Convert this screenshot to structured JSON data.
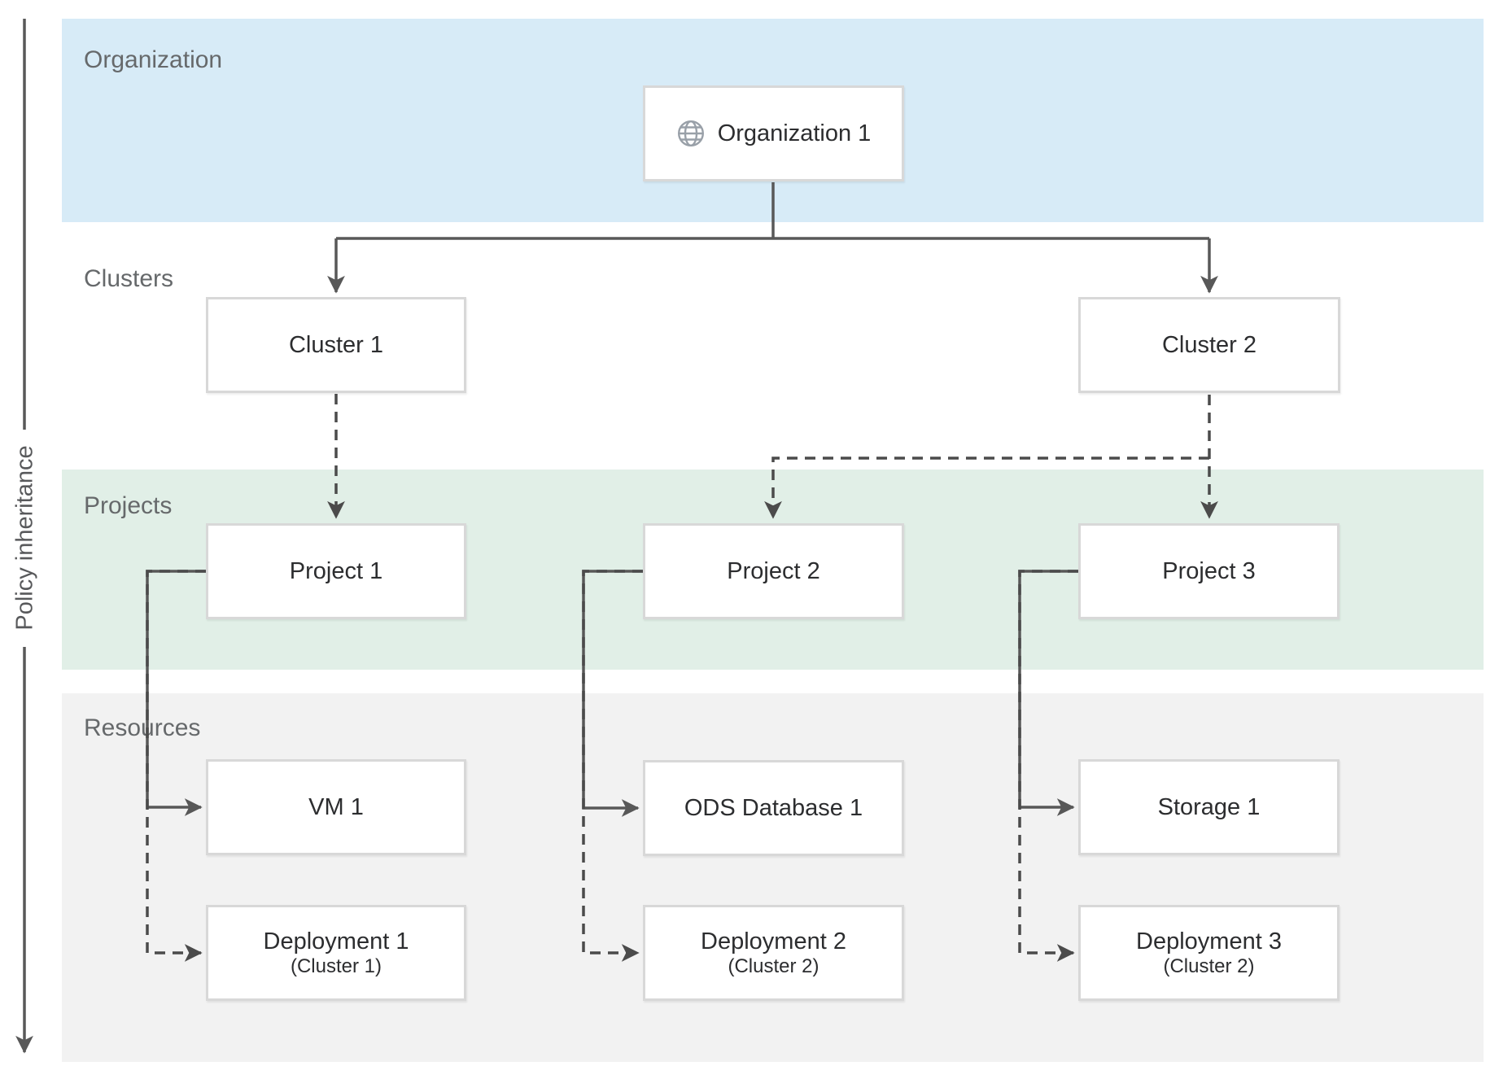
{
  "diagram": {
    "policy_axis_label": "Policy inheritance",
    "bands": {
      "organization": {
        "label": "Organization"
      },
      "clusters": {
        "label": "Clusters"
      },
      "projects": {
        "label": "Projects"
      },
      "resources": {
        "label": "Resources"
      }
    },
    "nodes": {
      "organization_1": {
        "label": "Organization 1",
        "icon": "globe-icon"
      },
      "cluster_1": {
        "label": "Cluster 1"
      },
      "cluster_2": {
        "label": "Cluster 2"
      },
      "project_1": {
        "label": "Project 1"
      },
      "project_2": {
        "label": "Project 2"
      },
      "project_3": {
        "label": "Project 3"
      },
      "vm_1": {
        "label": "VM 1"
      },
      "ods_database_1": {
        "label": "ODS Database 1"
      },
      "storage_1": {
        "label": "Storage 1"
      },
      "deployment_1": {
        "label": "Deployment 1",
        "sublabel": "(Cluster 1)"
      },
      "deployment_2": {
        "label": "Deployment 2",
        "sublabel": "(Cluster 2)"
      },
      "deployment_3": {
        "label": "Deployment 3",
        "sublabel": "(Cluster 2)"
      }
    },
    "edges": [
      {
        "from": "organization_1",
        "to": "cluster_1",
        "style": "solid"
      },
      {
        "from": "organization_1",
        "to": "cluster_2",
        "style": "solid"
      },
      {
        "from": "cluster_1",
        "to": "project_1",
        "style": "dashed"
      },
      {
        "from": "cluster_2",
        "to": "project_2",
        "style": "dashed"
      },
      {
        "from": "cluster_2",
        "to": "project_3",
        "style": "dashed"
      },
      {
        "from": "project_1",
        "to": "vm_1",
        "style": "solid"
      },
      {
        "from": "project_1",
        "to": "deployment_1",
        "style": "dashed"
      },
      {
        "from": "project_2",
        "to": "ods_database_1",
        "style": "solid"
      },
      {
        "from": "project_2",
        "to": "deployment_2",
        "style": "dashed"
      },
      {
        "from": "project_3",
        "to": "storage_1",
        "style": "solid"
      },
      {
        "from": "project_3",
        "to": "deployment_3",
        "style": "dashed"
      }
    ],
    "colors": {
      "organization_band": "#d7ebf7",
      "projects_band": "#e1efe7",
      "resources_band": "#f2f2f2",
      "connector_solid": "#585858",
      "connector_dashed": "#4b4b4b",
      "band_label_text": "#66696b",
      "node_text": "#2c2d2f",
      "node_border": "#d8d8d8",
      "globe_icon": "#99a0a8"
    }
  }
}
